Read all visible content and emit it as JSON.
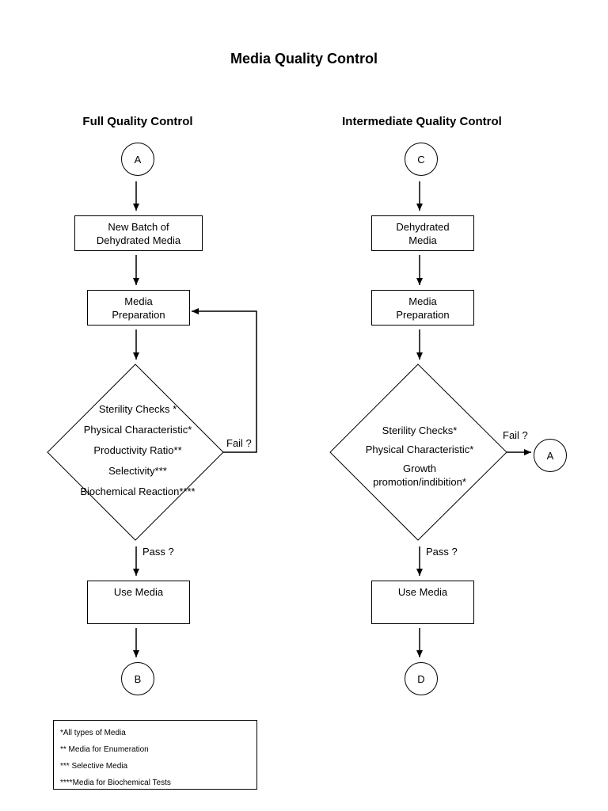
{
  "title": "Media Quality Control",
  "full": {
    "heading": "Full Quality Control",
    "start_connector": "A",
    "step1": [
      "New Batch of",
      "Dehydrated Media"
    ],
    "step2": [
      "Media",
      "Preparation"
    ],
    "checks": [
      "Sterility Checks *",
      "Physical Characteristic*",
      "Productivity Ratio**",
      "Selectivity***",
      "Biochemical Reaction****"
    ],
    "fail_label": "Fail ?",
    "pass_label": "Pass ?",
    "use": "Use Media",
    "end_connector": "B"
  },
  "intermediate": {
    "heading": "Intermediate Quality Control",
    "start_connector": "C",
    "step1": [
      "Dehydrated",
      "Media"
    ],
    "step2": [
      "Media",
      "Preparation"
    ],
    "checks": [
      "Sterility Checks*",
      "Physical Characteristic*",
      "Growth",
      "promotion/indibition*"
    ],
    "fail_label": "Fail ?",
    "fail_connector": "A",
    "pass_label": "Pass ?",
    "use": "Use Media",
    "end_connector": "D"
  },
  "legend": [
    "*All types of Media",
    "** Media for Enumeration",
    "*** Selective Media",
    "****Media for Biochemical Tests"
  ]
}
